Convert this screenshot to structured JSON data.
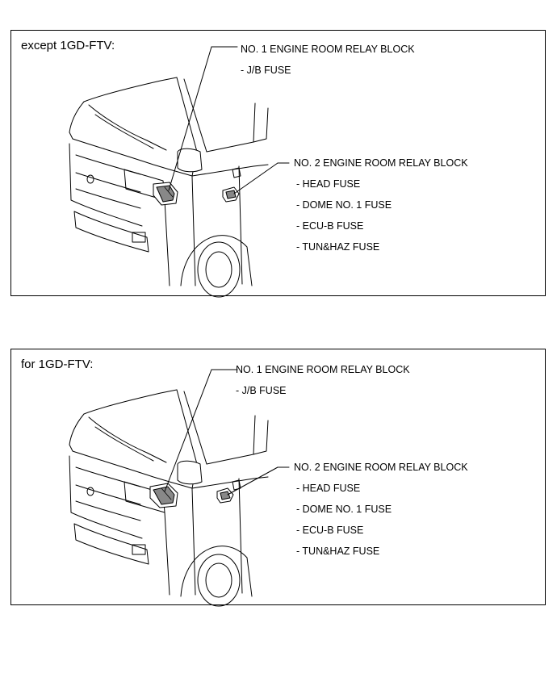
{
  "panels": [
    {
      "title": "except 1GD-FTV:",
      "relay_block_1": {
        "title": "NO. 1 ENGINE ROOM RELAY BLOCK",
        "fuses": [
          "- J/B FUSE"
        ]
      },
      "relay_block_2": {
        "title": "NO. 2 ENGINE ROOM RELAY BLOCK",
        "fuses": [
          "- HEAD FUSE",
          "- DOME NO. 1 FUSE",
          "- ECU-B FUSE",
          "- TUN&HAZ FUSE"
        ]
      }
    },
    {
      "title": "for 1GD-FTV:",
      "relay_block_1": {
        "title": "NO. 1 ENGINE ROOM RELAY BLOCK",
        "fuses": [
          "- J/B FUSE"
        ]
      },
      "relay_block_2": {
        "title": "NO. 2 ENGINE ROOM RELAY BLOCK",
        "fuses": [
          "- HEAD FUSE",
          "- DOME NO. 1 FUSE",
          "- ECU-B FUSE",
          "- TUN&HAZ FUSE"
        ]
      }
    }
  ]
}
